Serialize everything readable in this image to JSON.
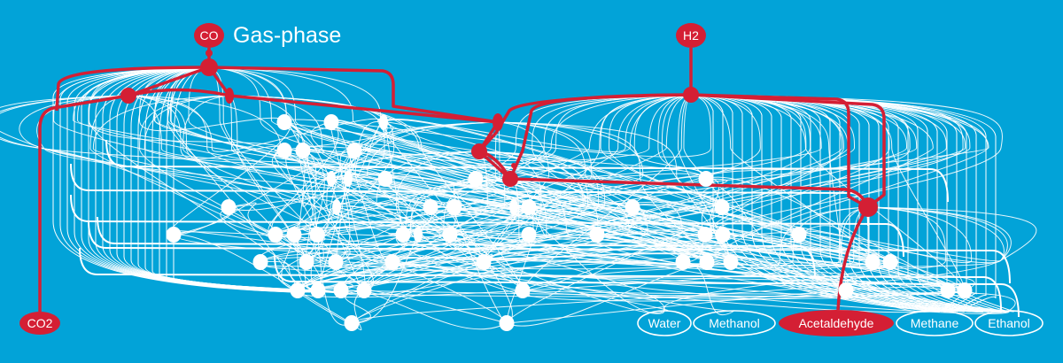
{
  "title": "Gas-phase",
  "colors": {
    "background": "#02a3d8",
    "highlight": "#d41f34",
    "network": "#ffffff"
  },
  "reactants": {
    "co": "CO",
    "h2": "H2",
    "co2": "CO2"
  },
  "products": [
    {
      "label": "Water",
      "highlighted": false
    },
    {
      "label": "Methanol",
      "highlighted": false
    },
    {
      "label": "Acetaldehyde",
      "highlighted": true
    },
    {
      "label": "Methane",
      "highlighted": false
    },
    {
      "label": "Ethanol",
      "highlighted": false
    }
  ]
}
